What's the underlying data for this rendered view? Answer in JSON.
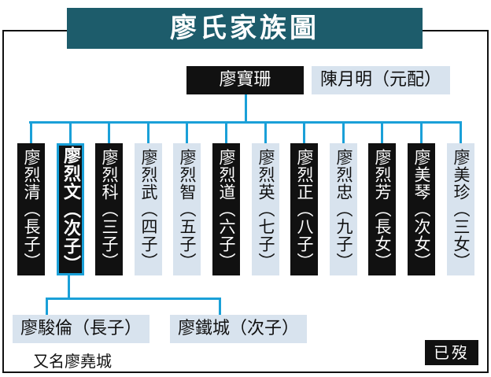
{
  "title": "廖氏家族圖",
  "parents": {
    "father": "廖寶珊",
    "mother": "陳月明（元配）"
  },
  "children": [
    {
      "text": "廖烈清（長子）",
      "deceased": true
    },
    {
      "text": "廖烈文（次子）",
      "deceased": true,
      "highlight": true
    },
    {
      "text": "廖烈科（三子）",
      "deceased": true
    },
    {
      "text": "廖烈武（四子）",
      "deceased": false
    },
    {
      "text": "廖烈智（五子）",
      "deceased": false
    },
    {
      "text": "廖烈道（六子）",
      "deceased": true
    },
    {
      "text": "廖烈英（七子）",
      "deceased": false
    },
    {
      "text": "廖烈正（八子）",
      "deceased": true
    },
    {
      "text": "廖烈忠（九子）",
      "deceased": false
    },
    {
      "text": "廖烈芳（長女）",
      "deceased": true
    },
    {
      "text": "廖美琴（次女）",
      "deceased": true
    },
    {
      "text": "廖美珍（三女）",
      "deceased": false
    }
  ],
  "grandchildren": [
    {
      "text": "廖駿倫（長子）"
    },
    {
      "text": "廖鐵城（次子）"
    }
  ],
  "alias_note": "又名廖堯城",
  "legend": {
    "deceased": "已歿"
  },
  "colors": {
    "title_bg": "#1d5c6b",
    "connector": "#1aa0d8",
    "deceased_box": "#111111",
    "living_box": "#d8e3ee"
  }
}
